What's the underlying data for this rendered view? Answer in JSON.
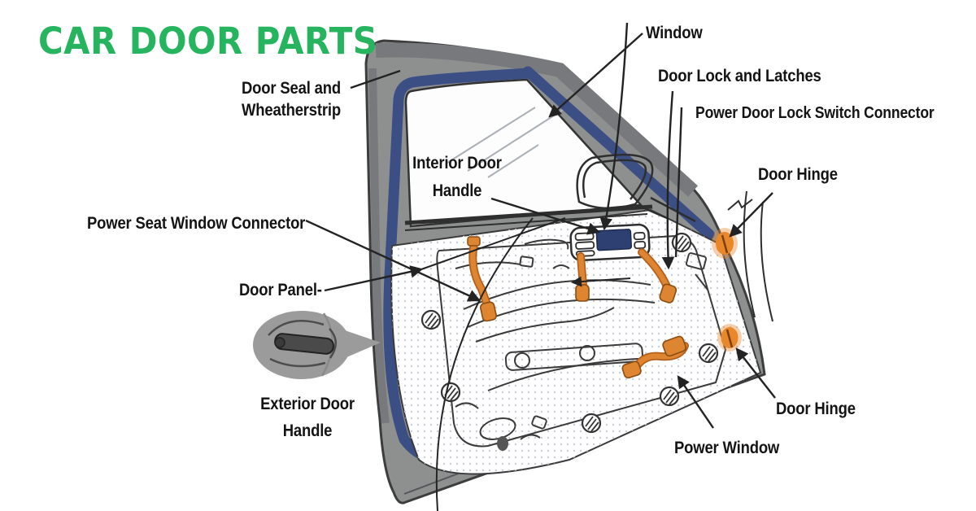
{
  "title": {
    "text": "CAR DOOR PARTS",
    "color": "#27b45e"
  },
  "labels": {
    "window": "Window",
    "door_seal": "Door Seal and\nWheatherstrip",
    "door_lock": "Door Lock and Latches",
    "power_door_lock": "Power Door Lock Switch Connector",
    "door_hinge_top": "Door Hinge",
    "interior_handle": "Interior Door\nHandle",
    "power_seat": "Power Seat Window Connector",
    "door_panel": "Door Panel-",
    "exterior_handle": "Exterior Door\nHandle",
    "door_hinge_bottom": "Door Hinge",
    "power_window": "Power Window"
  },
  "colors": {
    "title_green": "#27b45e",
    "weatherstrip_navy": "#3c4f85",
    "interior_handle_navy": "#2e3f72",
    "connector_orange": "#dd8530",
    "hinge_orange": "#e8882a",
    "door_gray": "#8e9090",
    "label_black": "#141414",
    "background": "#ffffff"
  }
}
